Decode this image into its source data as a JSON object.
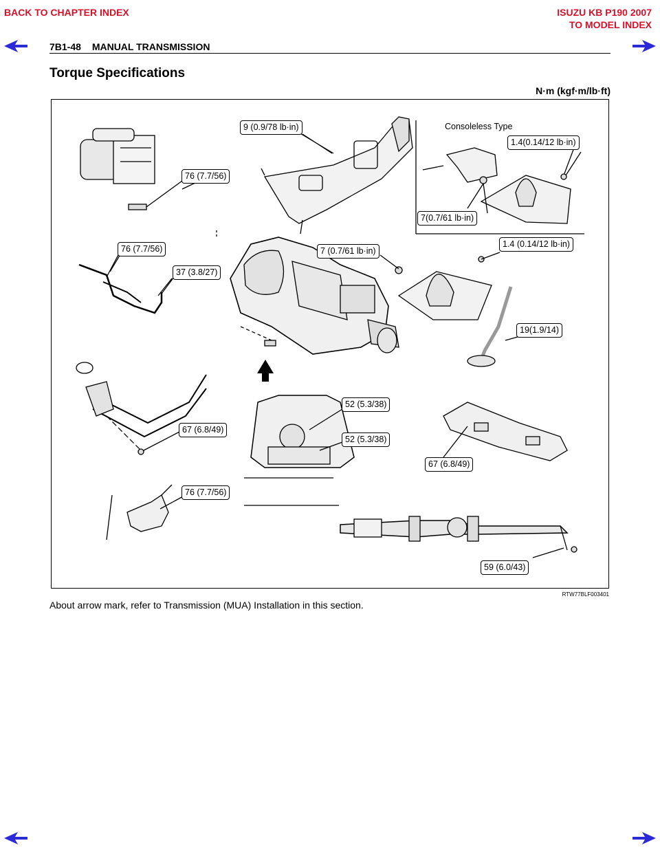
{
  "nav": {
    "back_chapter": "BACK TO CHAPTER INDEX",
    "model_title": "ISUZU KB P190 2007",
    "to_model": "TO MODEL INDEX",
    "accent_color": "#d3102a",
    "arrow_icon_color": "#2a2ad6"
  },
  "header": {
    "page_number": "7B1-48",
    "section": "MANUAL TRANSMISSION"
  },
  "title": "Torque Specifications",
  "units": "N·m (kgf·m/lb·ft)",
  "figure": {
    "id": "RTW77BLF003401",
    "consoleless_label": "Consoleless Type",
    "callouts": {
      "c1": "9 (0.9/78 lb·in)",
      "c2": "76 (7.7/56)",
      "c3": "1.4(0.14/12 lb·in)",
      "c4": "7(0.7/61 lb·in)",
      "c5": "76 (7.7/56)",
      "c6": "7 (0.7/61 lb·in)",
      "c7": "1.4 (0.14/12 lb·in)",
      "c8": "37 (3.8/27)",
      "c9": "19(1.9/14)",
      "c10": "52 (5.3/38)",
      "c11": "52 (5.3/38)",
      "c12": "67 (6.8/49)",
      "c13": "67 (6.8/49)",
      "c14": "76 (7.7/56)",
      "c15": "59 (6.0/43)"
    }
  },
  "note": "About arrow mark, refer to Transmission (MUA) Installation in this section."
}
